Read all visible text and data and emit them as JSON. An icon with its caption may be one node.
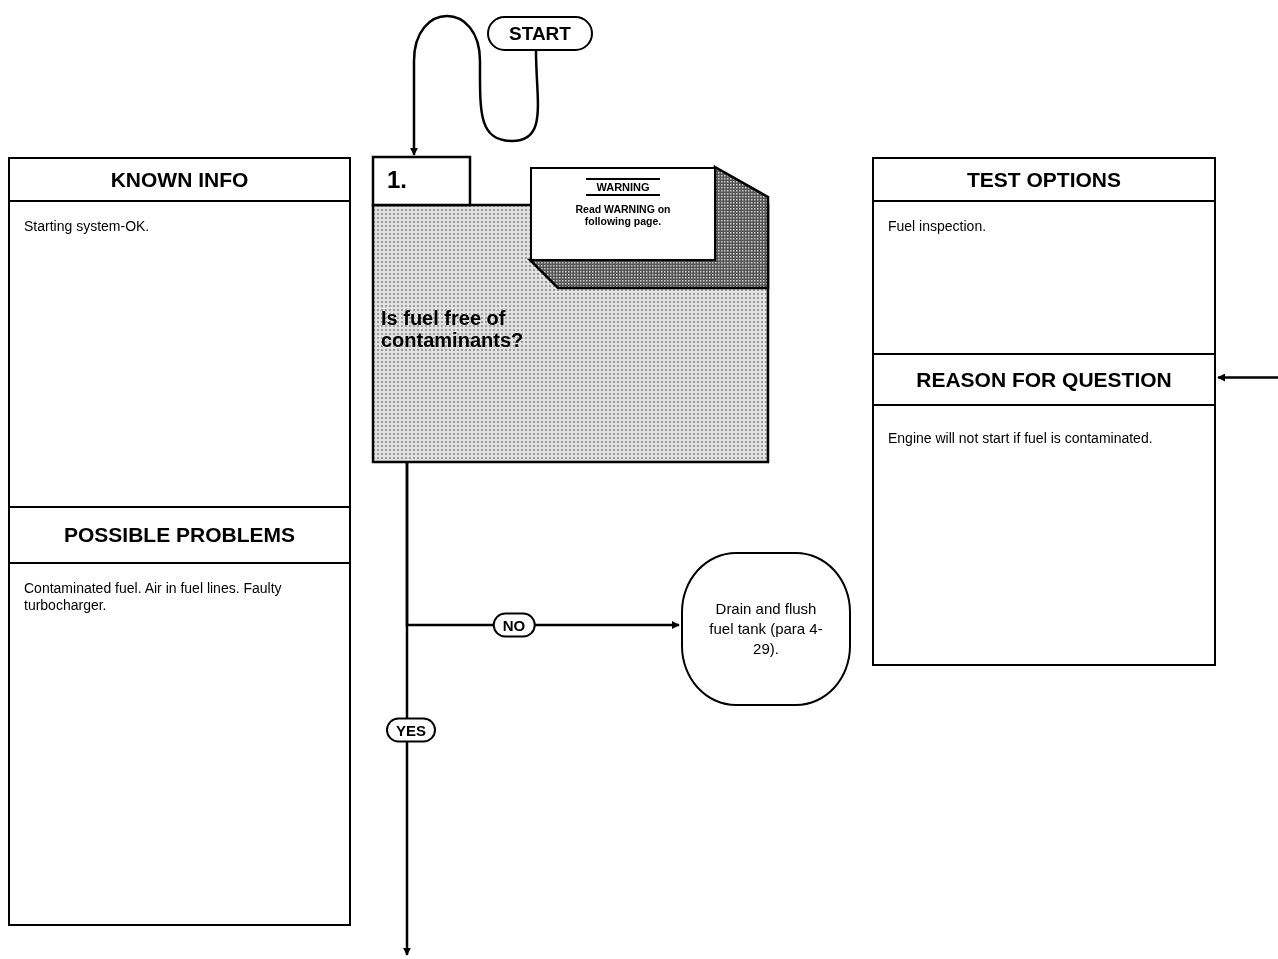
{
  "diagram": {
    "nodes": [
      {
        "text": [
          "START"
        ]
      },
      {
        "text": [
          "KNOWN INFO",
          "Starting system-OK."
        ]
      },
      {
        "text": [
          "POSSIBLE PROBLEMS",
          "Contaminated fuel. Air in fuel lines. Faulty turbocharger."
        ]
      },
      {
        "text": [
          "1.",
          "Is fuel free of contaminants?"
        ]
      },
      {
        "text": [
          "WARNING",
          "Read WARNING on following page."
        ]
      },
      {
        "text": [
          "Drain and flush fuel tank (para 4-29)."
        ]
      },
      {
        "text": [
          "TEST OPTIONS",
          "Fuel inspection."
        ]
      },
      {
        "text": [
          "REASON FOR QUESTION",
          "Engine will not start if fuel is contaminated."
        ]
      }
    ],
    "edges": [
      {
        "from": 0,
        "to": 3,
        "arrow": "to"
      },
      {
        "from": 3,
        "to": 5,
        "label": "NO",
        "arrow": "to"
      },
      {
        "from": 3,
        "to": null,
        "label": "YES",
        "arrow": "to"
      },
      {
        "from": null,
        "to": 7,
        "arrow": "to"
      }
    ]
  }
}
